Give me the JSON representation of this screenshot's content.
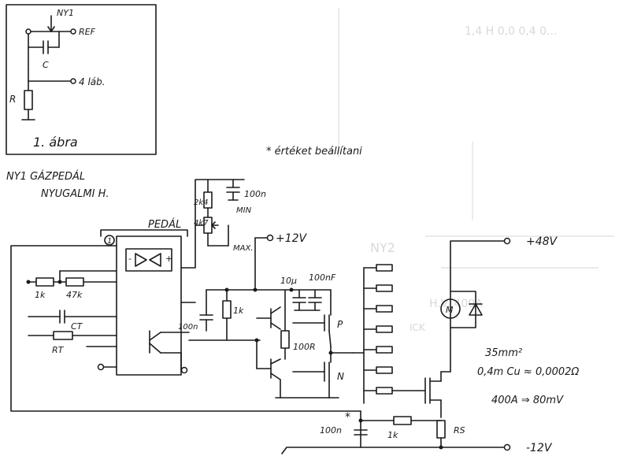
{
  "figure": {
    "nyi": "NY1",
    "ref": "REF",
    "c": "C",
    "pin4": "4 láb.",
    "r": "R",
    "caption": "1. ábra"
  },
  "notes": {
    "note_star": "* értéket beállítani",
    "note_pedal_line1": "NY1 GÁZPEDÁL",
    "note_pedal_line2": "NYUGALMI H."
  },
  "schematic": {
    "pedal": "PEDÁL",
    "r2k4": "2k4",
    "c100n_top": "100n",
    "r4k7": "4k7",
    "min": "MIN",
    "max": "MAX.",
    "plus12v": "+12V",
    "r1k_in": "1k",
    "r47k": "47k",
    "ct": "CT",
    "rt": "RT",
    "circled_1": "1",
    "c10u": "10μ",
    "c100nf": "100nF",
    "r1k_mid": "1k",
    "c100n_mid": "100n",
    "r100r": "100R",
    "p": "P",
    "n": "N",
    "plus48v": "+48V",
    "m": "M",
    "cable": "35mm²",
    "cable_res": "0,4m Cu ≈ 0,0002Ω",
    "shunt": "400A ⇒ 80mV",
    "c100n_bot": "100n",
    "star": "*",
    "r1k_bot": "1k",
    "rs": "RS",
    "minus12v": "-12V"
  },
  "background_text": {
    "ghost_1": "1,4 H 0,0 0,4 0...",
    "ghost_2": "NY2",
    "ghost_3": "H.V. 400A",
    "ghost_4": "ICK"
  }
}
